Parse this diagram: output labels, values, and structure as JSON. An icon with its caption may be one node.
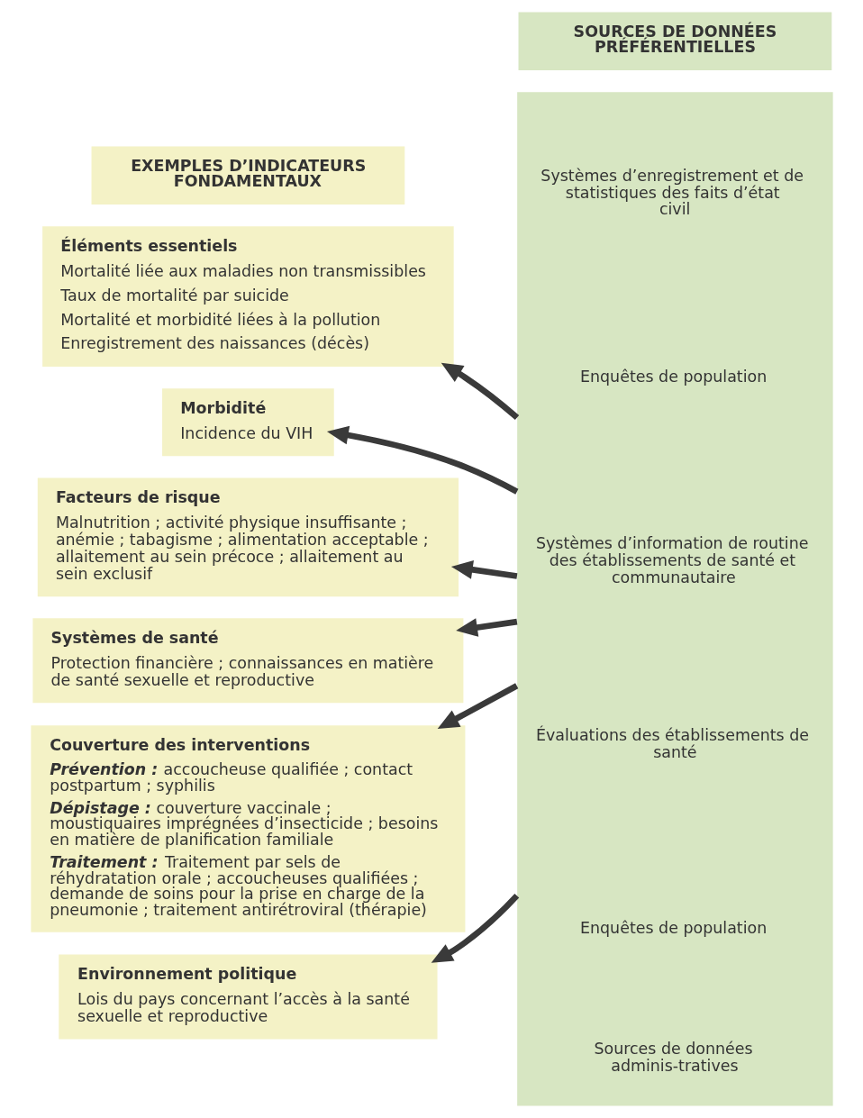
{
  "diagram": {
    "nodes": [
      {
        "text": [
          "EXEMPLES D’INDICATEURS FONDAMENTAUX"
        ]
      },
      {
        "text": [
          "SOURCES DE DONNÉES PRÉFÉRENTIELLES"
        ]
      },
      {
        "text": [
          "Éléments essentiels",
          "Mortalité liée aux maladies non transmissibles",
          "Taux de mortalité par suicide",
          "Mortalité et morbidité liées à la pollution",
          "Enregistrement des naissances (décès)"
        ]
      },
      {
        "text": [
          "Morbidité",
          "Incidence du VIH"
        ]
      },
      {
        "text": [
          "Facteurs de risque",
          "Malnutrition ; activité physique insuffisante ; anémie ; tabagisme ; alimentation acceptable ; allaitement au sein précoce ; allaitement au sein exclusif"
        ]
      },
      {
        "text": [
          "Systèmes de santé",
          "Protection financière ; connaissances en matière de santé sexuelle et reproductive"
        ]
      },
      {
        "text": [
          "Couverture des interventions",
          "*Prévention :* accoucheuse qualifiée ; contact postpartum ; syphilis",
          "*Dépistage :* couverture vaccinale ; moustiquaires imprégnées d’insecticide ; besoins en matière de planification familiale",
          "*Traitement :* Traitement par sels de réhydratation orale ; accoucheuses qualifiées ; demande de soins pour la prise en charge de la pneumonie ; traitement antirétroviral (thérapie)"
        ]
      },
      {
        "text": [
          "Environnement politique",
          "Lois du pays concernant l’accès à la santé sexuelle et reproductive"
        ]
      },
      {
        "text": [
          "Systèmes d’enregistrement et de statistiques des faits d’état civil",
          "Enquêtes de population",
          "Systèmes d’information de routine des établissements de santé et communautaire",
          "Évaluations des établissements de santé",
          "Enquêtes de population",
          "Sources de données adminis-tratives"
        ]
      }
    ],
    "edges": [
      {
        "from": 8,
        "to": 2,
        "arrow": "to"
      },
      {
        "from": 8,
        "to": 3,
        "arrow": "to"
      },
      {
        "from": 8,
        "to": 4,
        "arrow": "to"
      },
      {
        "from": 8,
        "to": 5,
        "arrow": "to"
      },
      {
        "from": 8,
        "to": 6,
        "arrow": "to"
      },
      {
        "from": 8,
        "to": 7,
        "arrow": "to"
      }
    ]
  }
}
